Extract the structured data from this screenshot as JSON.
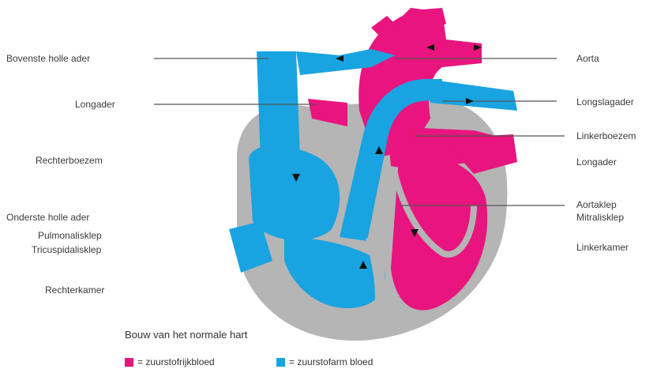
{
  "caption": "Bouw van het normale hart",
  "colors": {
    "oxygen_rich": "#e8157f",
    "oxygen_poor": "#19a3e0",
    "wall": "#b5b5b5"
  },
  "labels_left": [
    "Bovenste holle ader",
    "Longader",
    "Rechterboezem",
    "Onderste holle ader",
    "Pulmonalisklep",
    "Tricuspidalisklep",
    "Rechterkamer"
  ],
  "labels_right": [
    "Aorta",
    "Longslagader",
    "Linkerboezem",
    "Longader",
    "Aortaklep",
    "Mitralisklep",
    "Linkerkamer"
  ],
  "legend": [
    {
      "text": "= zuurstofrijkbloed",
      "color": "#e8157f"
    },
    {
      "text": "= zuurstofarm bloed",
      "color": "#19a3e0"
    }
  ]
}
